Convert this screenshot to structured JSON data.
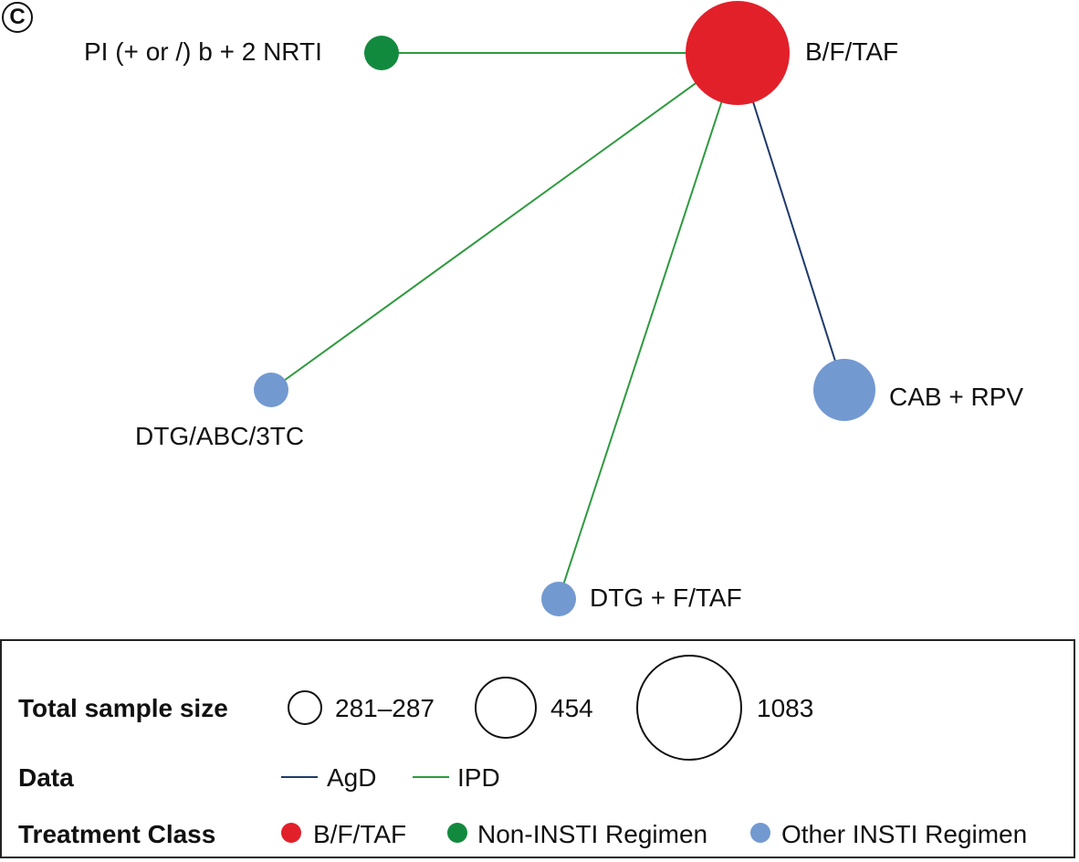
{
  "panel_label": "C",
  "colors": {
    "agd": "#1f3a6b",
    "ipd": "#2e9a3f",
    "bftaf": "#e2202a",
    "non_insti": "#128a3e",
    "other_insti": "#7399d1"
  },
  "nodes": [
    {
      "id": "bftaf",
      "label": "B/F/TAF",
      "sample_size": 1083,
      "class": "bftaf"
    },
    {
      "id": "pi",
      "label": "PI (+ or /) b + 2 NRTI",
      "sample_size": 281,
      "class": "non_insti"
    },
    {
      "id": "dtgabc",
      "label": "DTG/ABC/3TC",
      "sample_size": 281,
      "class": "other_insti"
    },
    {
      "id": "dtgftaf",
      "label": "DTG + F/TAF",
      "sample_size": 287,
      "class": "other_insti"
    },
    {
      "id": "cabrpv",
      "label": "CAB + RPV",
      "sample_size": 454,
      "class": "other_insti"
    }
  ],
  "edges": [
    {
      "from": "bftaf",
      "to": "pi",
      "data": "ipd"
    },
    {
      "from": "bftaf",
      "to": "dtgabc",
      "data": "ipd"
    },
    {
      "from": "bftaf",
      "to": "dtgftaf",
      "data": "ipd"
    },
    {
      "from": "bftaf",
      "to": "cabrpv",
      "data": "agd"
    }
  ],
  "legend": {
    "size_title": "Total sample size",
    "size_labels": [
      "281–287",
      "454",
      "1083"
    ],
    "data_title": "Data",
    "data_labels": [
      "AgD",
      "IPD"
    ],
    "class_title": "Treatment Class",
    "class_labels": [
      "B/F/TAF",
      "Non-INSTI Regimen",
      "Other INSTI Regimen"
    ]
  }
}
